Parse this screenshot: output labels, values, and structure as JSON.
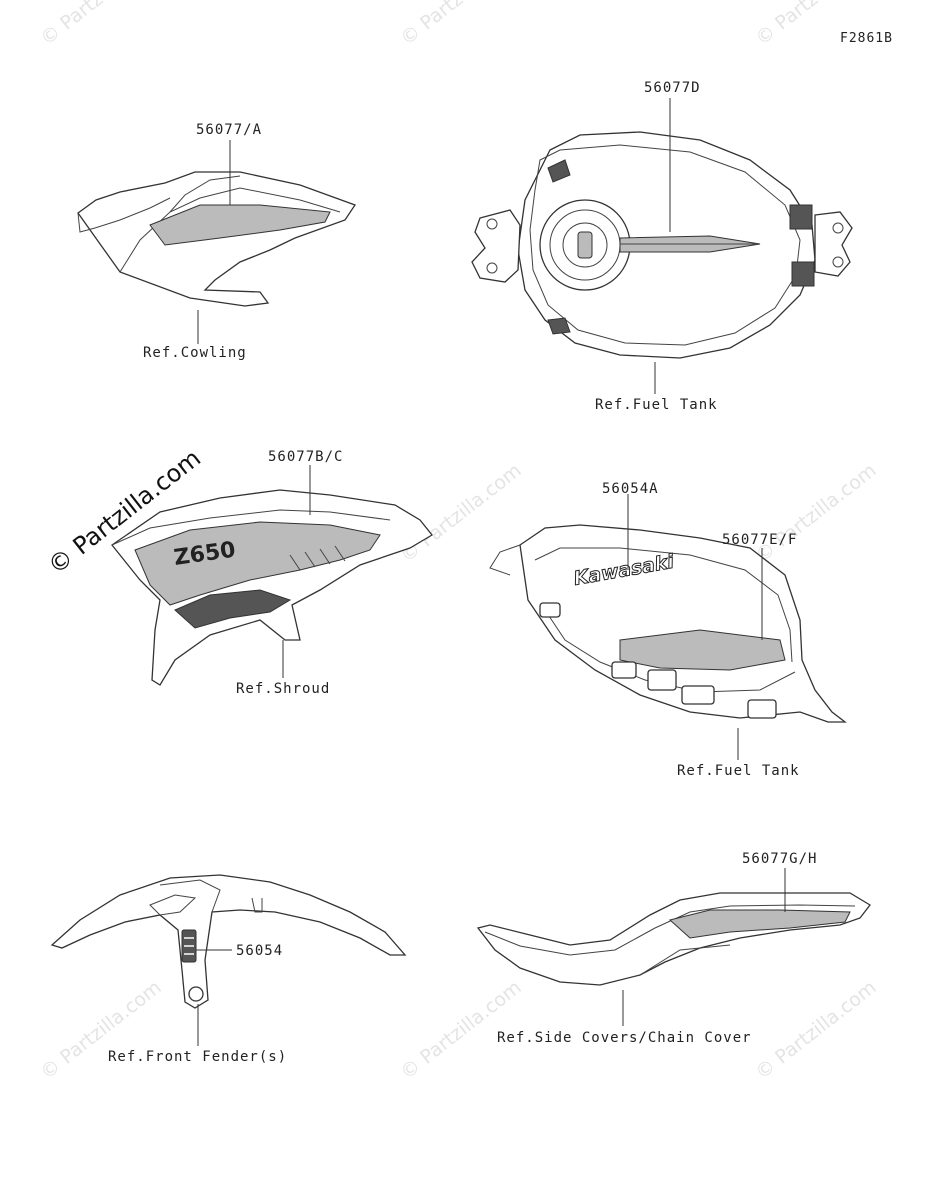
{
  "figure_code": "F2861B",
  "watermark_text": "© Partzilla.com",
  "callouts": {
    "cowling_part": "56077/A",
    "cowling_ref": "Ref.Cowling",
    "tank_top_part": "56077D",
    "tank_top_ref": "Ref.Fuel Tank",
    "shroud_part": "56077B/C",
    "shroud_ref": "Ref.Shroud",
    "tank_side_part_a": "56054A",
    "tank_side_part_b": "56077E/F",
    "tank_side_ref": "Ref.Fuel Tank",
    "fender_part": "56054",
    "fender_ref": "Ref.Front Fender(s)",
    "sidecover_part": "56077G/H",
    "sidecover_ref": "Ref.Side Covers/Chain Cover"
  },
  "decal_text": {
    "shroud_logo": "Z650",
    "tank_logo": "Kawasaki"
  }
}
